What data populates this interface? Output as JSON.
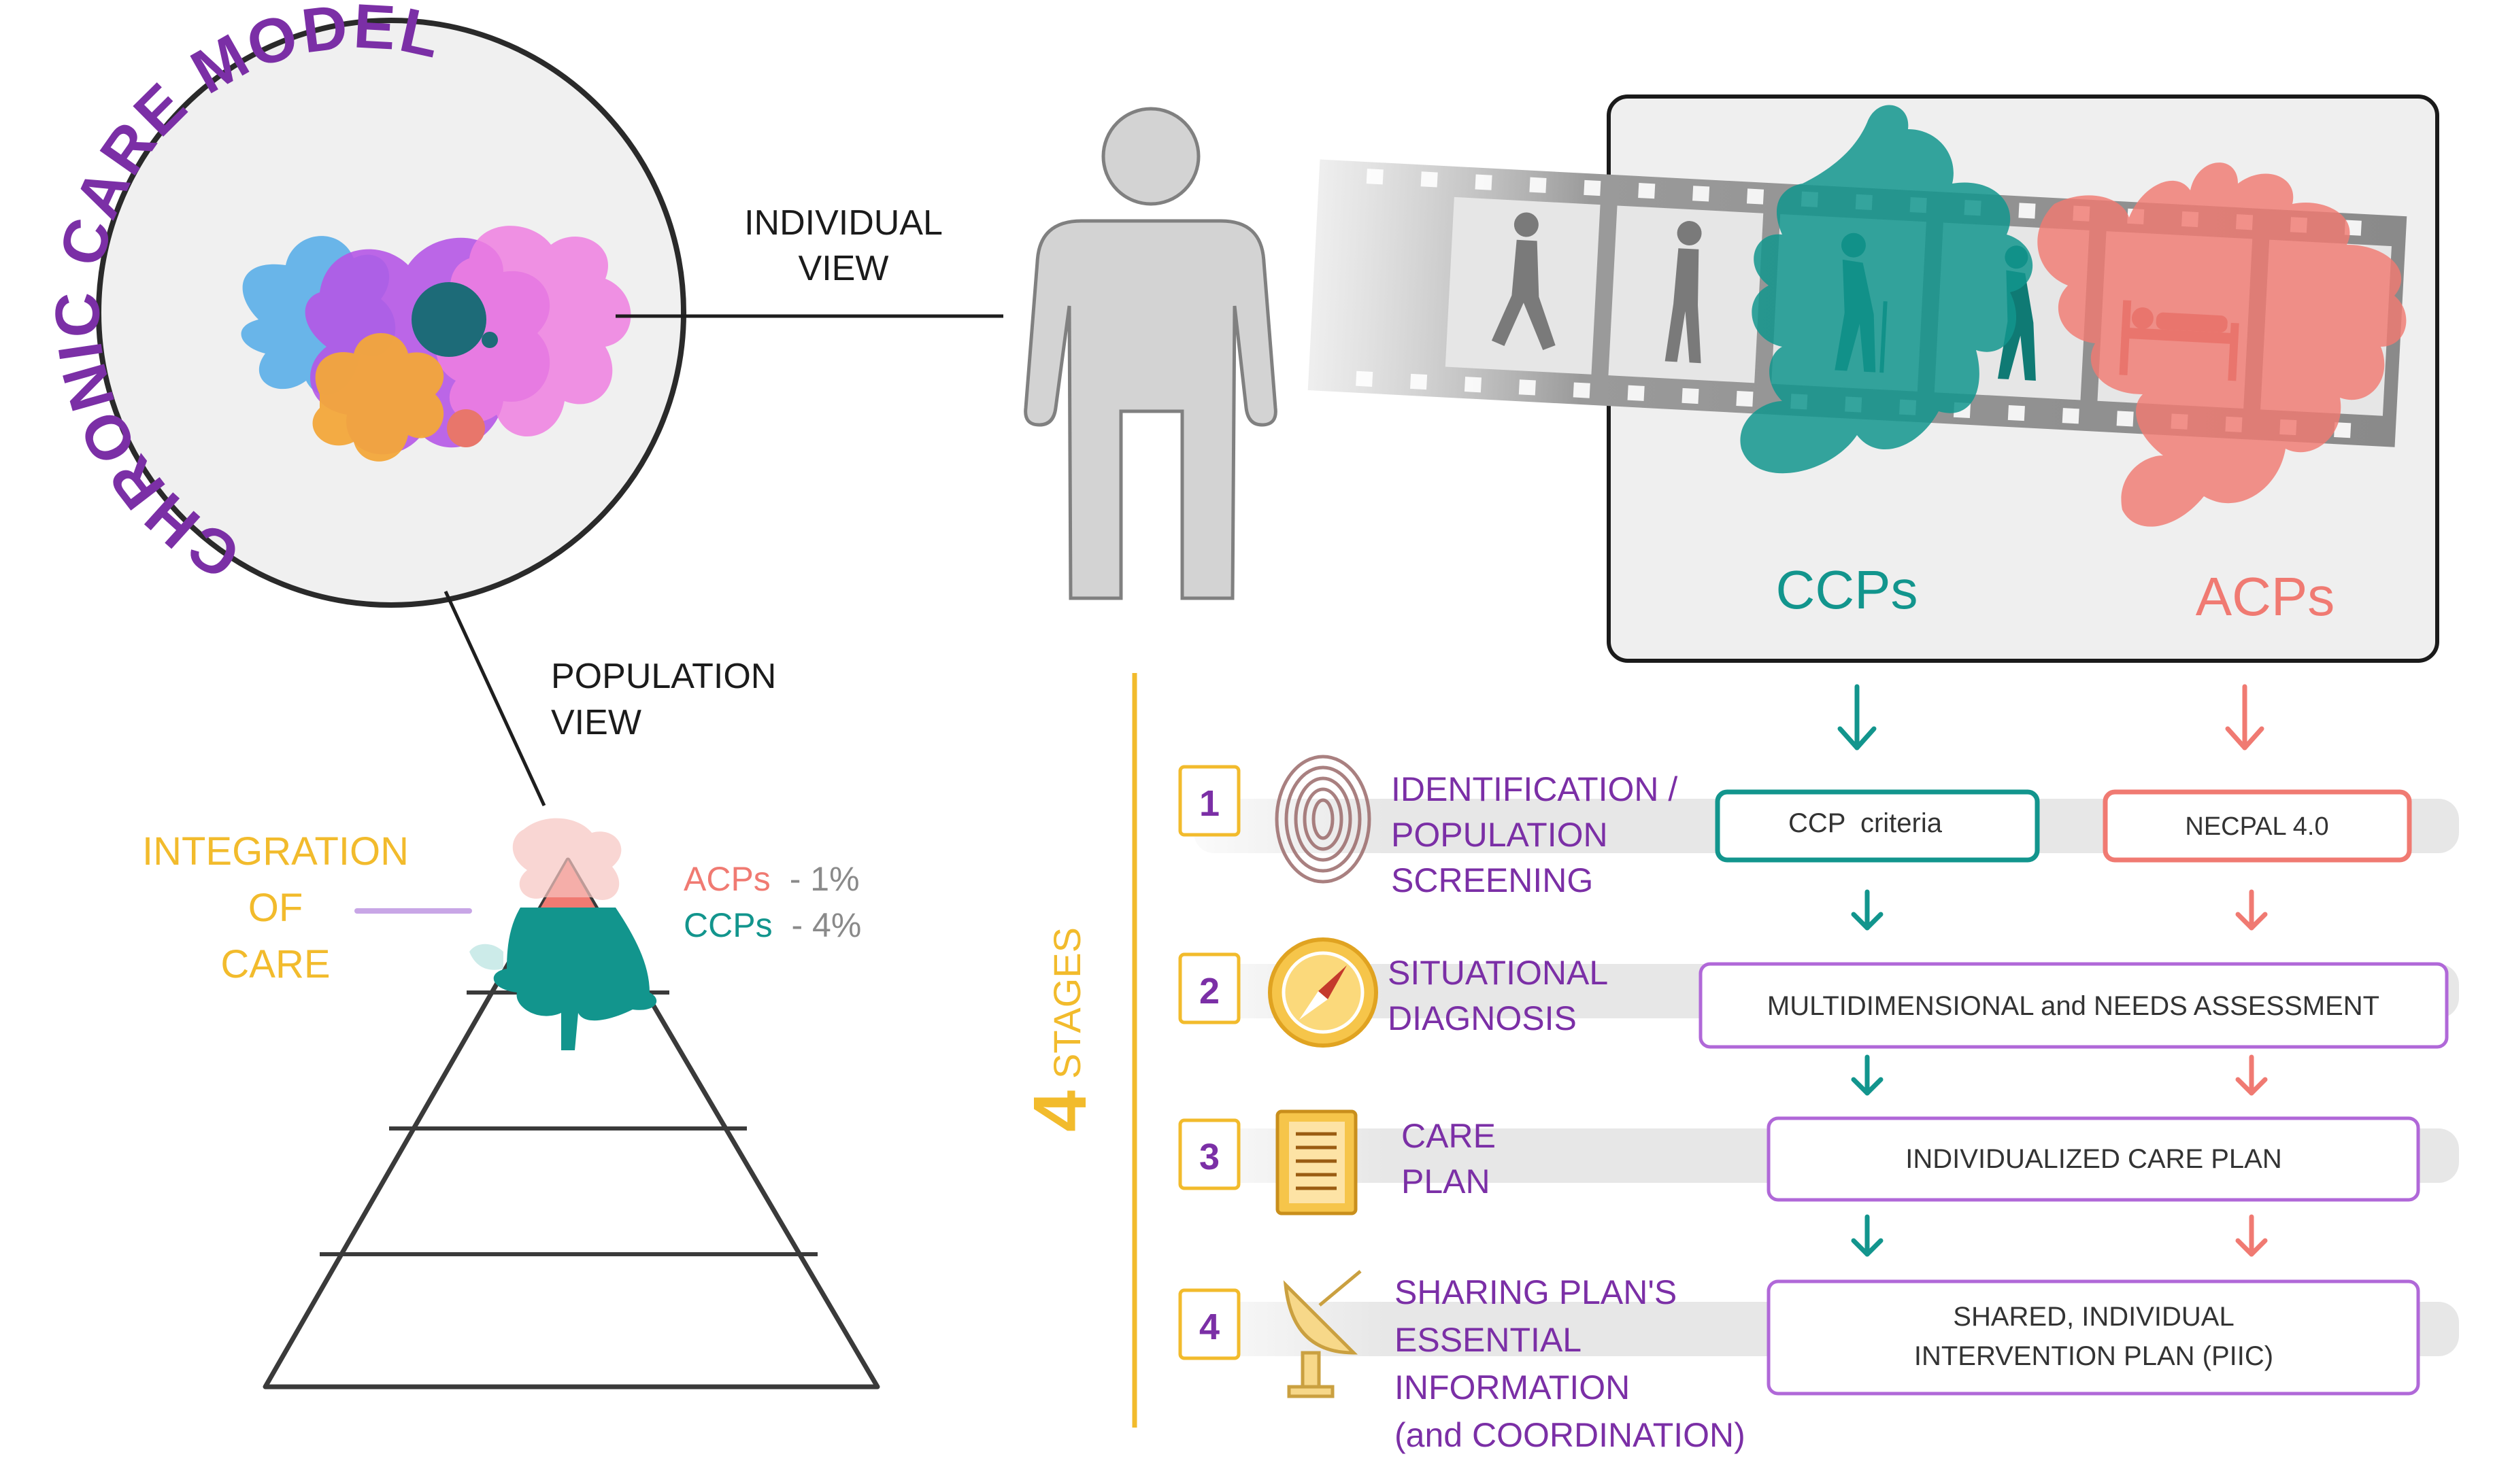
{
  "colors": {
    "purple": "#7b2fa6",
    "teal": "#12958d",
    "salmon": "#f07a72",
    "gold": "#f2bb2c",
    "gray": "#8f8f8f",
    "dark": "#222222"
  },
  "model_title": "CHRONIC CARE MODEL",
  "individual_view": [
    "INDIVIDUAL",
    "VIEW"
  ],
  "population_view": [
    "POPULATION",
    "VIEW"
  ],
  "integration": [
    "INTEGRATION",
    "OF",
    "CARE"
  ],
  "pyramid_labels": {
    "acps_name": "ACPs",
    "acps_pct": "- 1%",
    "ccps_name": "CCPs",
    "ccps_pct": "- 4%"
  },
  "film_groups": {
    "ccps": "CCPs",
    "acps": "ACPs"
  },
  "stages_label": {
    "number": "4",
    "word": "STAGES"
  },
  "icons": [
    "fingerprint-icon",
    "compass-icon",
    "checklist-icon",
    "satellite-dish-icon"
  ],
  "stages": [
    {
      "number": "1",
      "title": [
        "IDENTIFICATION /",
        "POPULATION",
        "SCREENING"
      ]
    },
    {
      "number": "2",
      "title": [
        "SITUATIONAL",
        "DIAGNOSIS"
      ]
    },
    {
      "number": "3",
      "title": [
        "CARE",
        "PLAN"
      ]
    },
    {
      "number": "4",
      "title": [
        "SHARING PLAN'S",
        "ESSENTIAL",
        "INFORMATION",
        "(and COORDINATION)"
      ]
    }
  ],
  "boxes": {
    "ccp_criteria": "CCP  criteria",
    "necpal": "NECPAL 4.0",
    "assessment": "MULTIDIMENSIONAL and NEEDS ASSESSMENT",
    "care_plan": "INDIVIDUALIZED CARE PLAN",
    "piic": [
      "SHARED, INDIVIDUAL",
      "INTERVENTION PLAN (PIIC)"
    ]
  }
}
